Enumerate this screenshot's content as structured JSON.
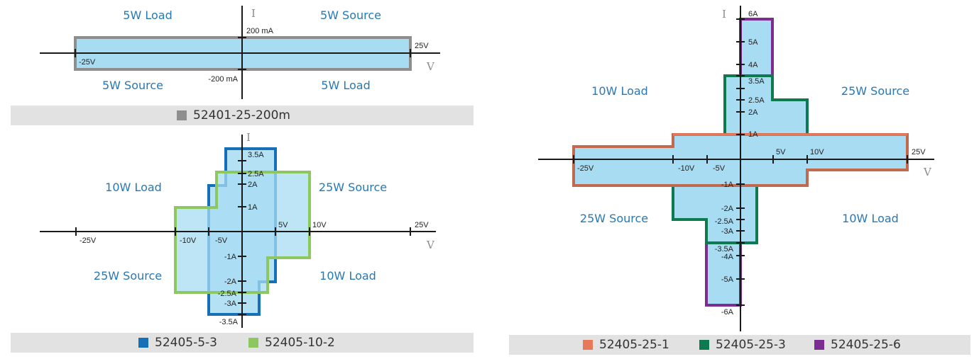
{
  "colors": {
    "fill": "#a8dcf3",
    "text_blue": "#2878b4",
    "axis": "#1a1a1a",
    "gray": "#8e8e8e",
    "blue": "#1670b8",
    "green": "#8cc760",
    "orange": "#e8785a",
    "dark_green": "#0e7a52",
    "purple": "#7b2d91"
  },
  "axis_names": {
    "current": "I",
    "voltage": "V"
  },
  "diagram_1": {
    "quadrants": [
      "5W Load",
      "5W Source",
      "5W Source",
      "5W Load"
    ],
    "ticks": [
      "200 mA",
      "-200 mA",
      "25V",
      "-25V"
    ],
    "legend": [
      {
        "label": "52401-25-200m",
        "color": "#8e8e8e"
      }
    ]
  },
  "diagram_2": {
    "quadrants": [
      "10W Load",
      "25W Source",
      "25W Source",
      "10W Load"
    ],
    "ticks": [
      "3.5A",
      "2.5A",
      "2A",
      "1A",
      "-1A",
      "-2A",
      "-2.5A",
      "-3A",
      "-3.5A",
      "-25V",
      "-10V",
      "-5V",
      "5V",
      "10V",
      "25V"
    ],
    "legend": [
      {
        "label": "52405-5-3",
        "color": "#1670b8"
      },
      {
        "label": "52405-10-2",
        "color": "#8cc760"
      }
    ]
  },
  "diagram_3": {
    "quadrants": [
      "10W Load",
      "25W Source",
      "25W Source",
      "10W Load"
    ],
    "ticks": [
      "6A",
      "5A",
      "4A",
      "3.5A",
      "2.5A",
      "2A",
      "1A",
      "-1A",
      "-2A",
      "-2.5A",
      "-3A",
      "-3.5A",
      "-4A",
      "-5A",
      "-6A",
      "-25V",
      "-10V",
      "-5V",
      "5V",
      "10V",
      "25V"
    ],
    "legend": [
      {
        "label": "52405-25-1",
        "color": "#e8785a"
      },
      {
        "label": "52405-25-3",
        "color": "#0e7a52"
      },
      {
        "label": "52405-25-6",
        "color": "#7b2d91"
      }
    ]
  }
}
